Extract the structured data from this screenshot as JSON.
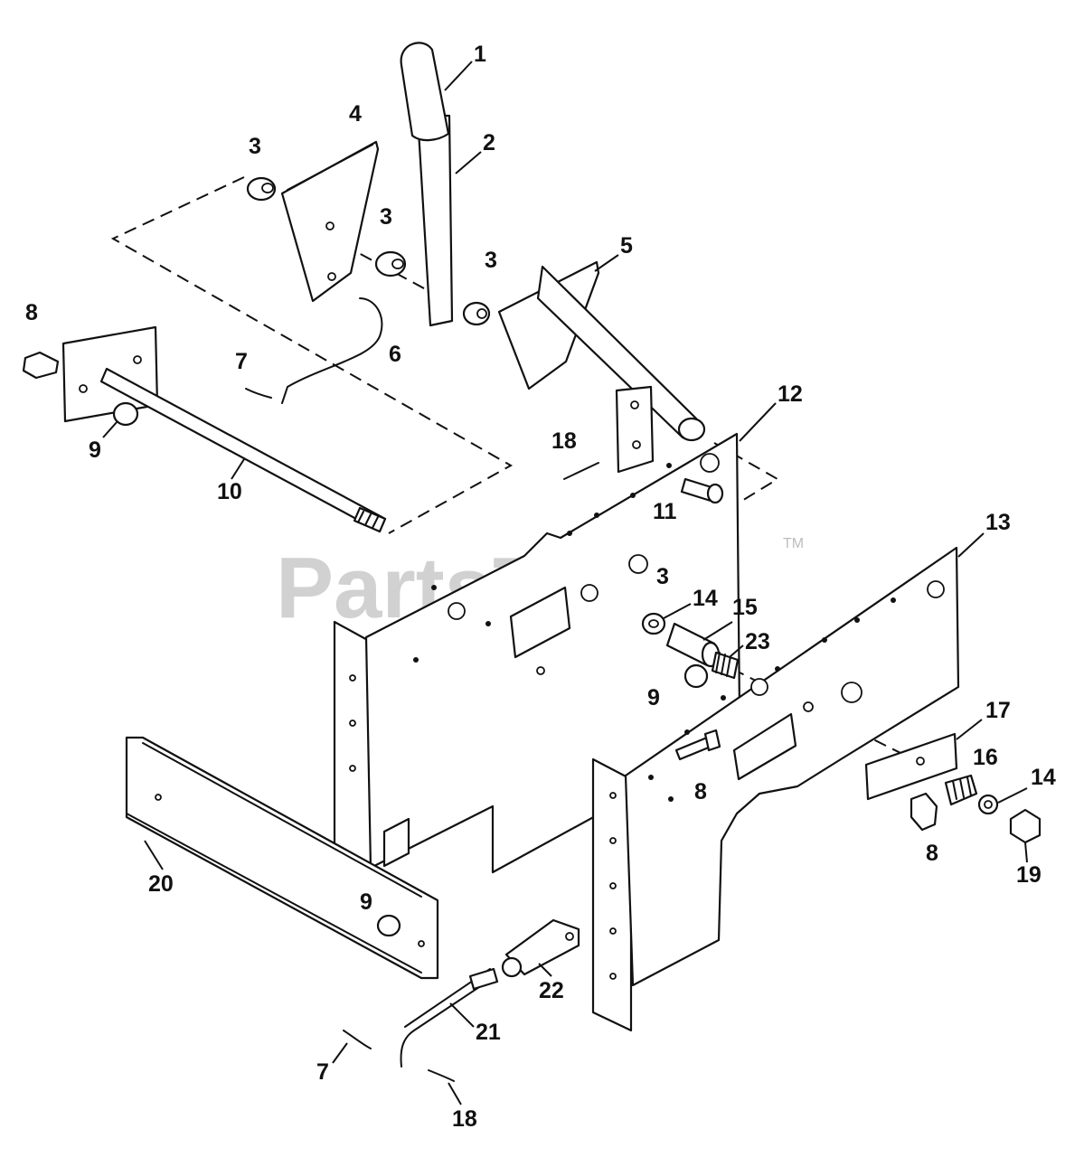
{
  "watermark": {
    "text": "PartsTree",
    "trademark": "TM"
  },
  "callouts": [
    "1",
    "2",
    "3",
    "3",
    "3",
    "3",
    "4",
    "5",
    "6",
    "7",
    "7",
    "8",
    "8",
    "8",
    "9",
    "9",
    "9",
    "10",
    "11",
    "12",
    "13",
    "14",
    "14",
    "15",
    "16",
    "17",
    "18",
    "18",
    "19",
    "20",
    "21",
    "22",
    "23"
  ]
}
